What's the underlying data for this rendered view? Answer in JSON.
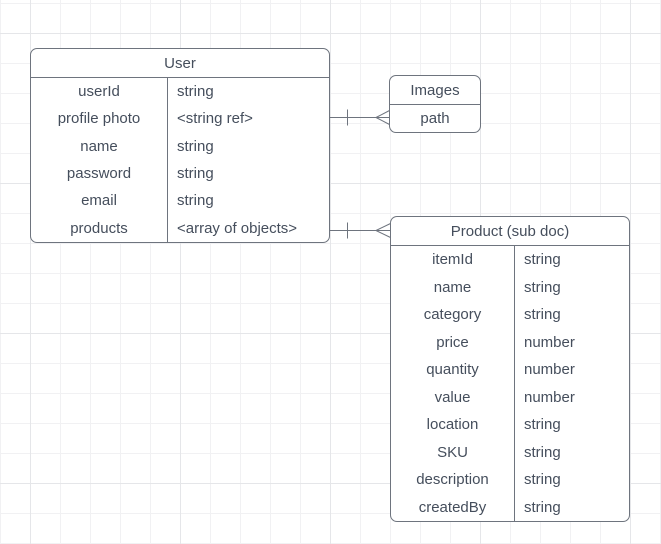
{
  "diagram": {
    "entities": {
      "user": {
        "title": "User",
        "rows": [
          {
            "field": "userId",
            "type": "string"
          },
          {
            "field": "profile photo",
            "type": "<string ref>"
          },
          {
            "field": "name",
            "type": "string"
          },
          {
            "field": "password",
            "type": "string"
          },
          {
            "field": "email",
            "type": "string"
          },
          {
            "field": "products",
            "type": "<array of objects>"
          }
        ]
      },
      "images": {
        "title": "Images",
        "rows": [
          {
            "field": "path"
          }
        ]
      },
      "product": {
        "title": "Product (sub doc)",
        "rows": [
          {
            "field": "itemId",
            "type": "string"
          },
          {
            "field": "name",
            "type": "string"
          },
          {
            "field": "category",
            "type": "string"
          },
          {
            "field": "price",
            "type": "number"
          },
          {
            "field": "quantity",
            "type": "number"
          },
          {
            "field": "value",
            "type": "number"
          },
          {
            "field": "location",
            "type": "string"
          },
          {
            "field": "SKU",
            "type": "string"
          },
          {
            "field": "description",
            "type": "string"
          },
          {
            "field": "createdBy",
            "type": "string"
          }
        ]
      }
    },
    "relationships": [
      {
        "from": "User.profile photo",
        "to": "Images",
        "cardinality": "one-to-many",
        "notation": "crow-foot"
      },
      {
        "from": "User.products",
        "to": "Product (sub doc)",
        "cardinality": "one-to-many",
        "notation": "crow-foot"
      }
    ],
    "colors": {
      "stroke": "#6e747e",
      "text": "#454e5c",
      "background": "#ffffff",
      "grid_minor": "#f1f1f3",
      "grid_major": "#e5e6e9"
    }
  }
}
